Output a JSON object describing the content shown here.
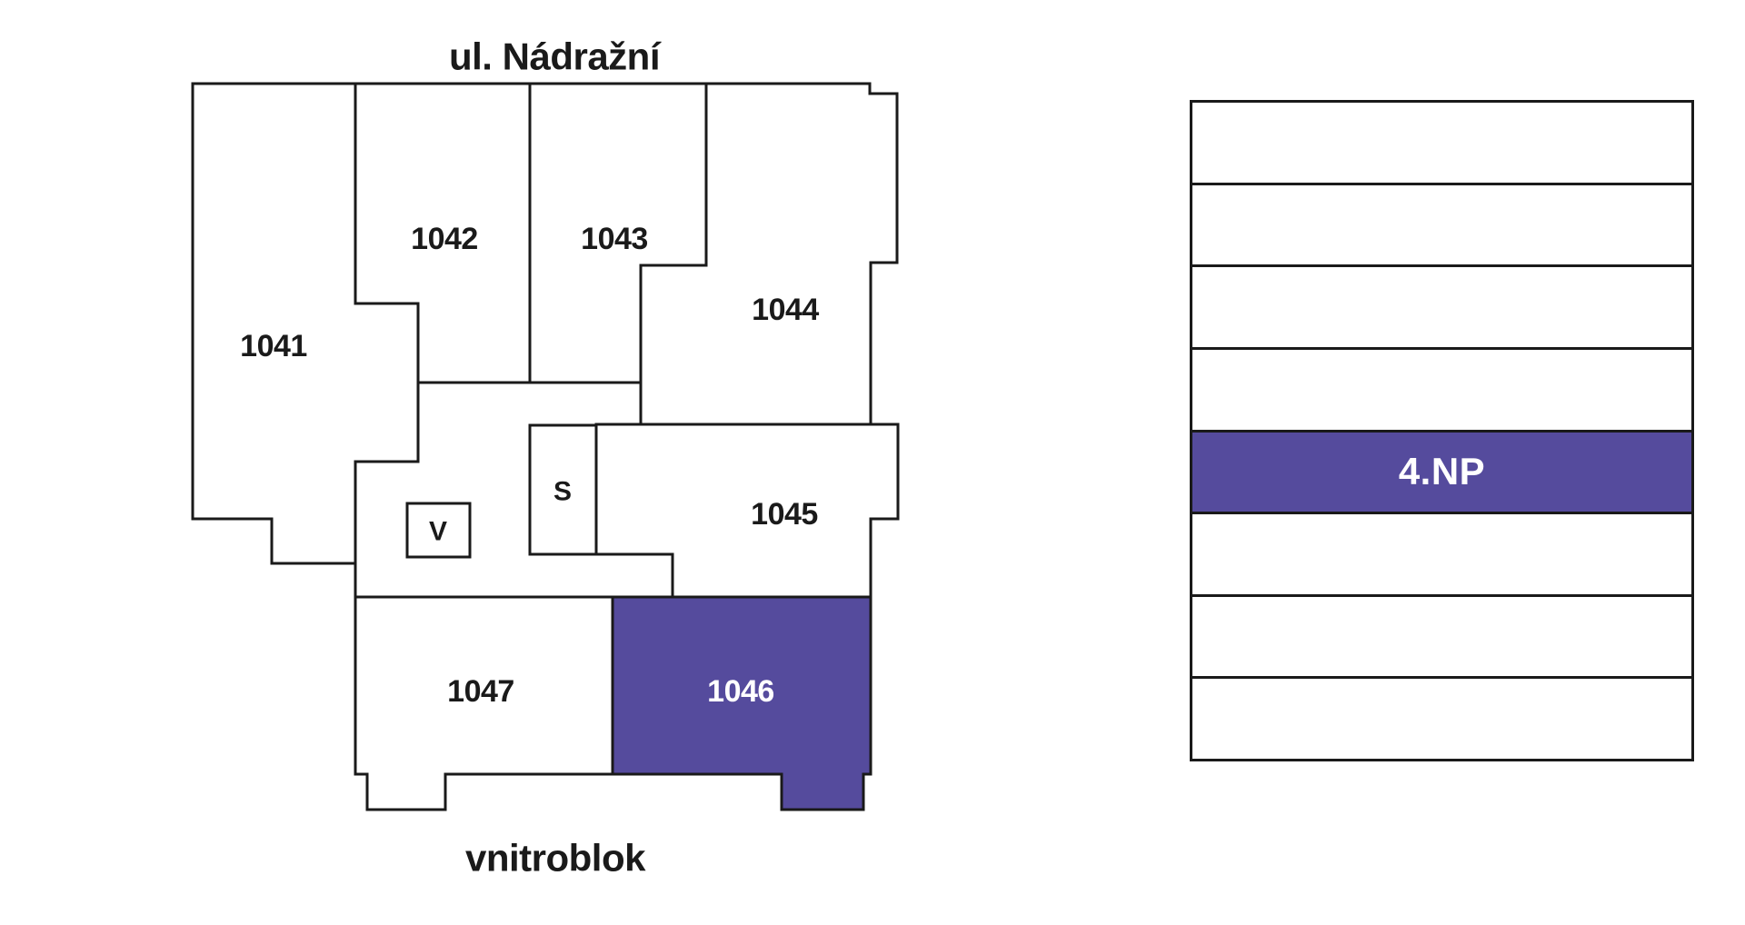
{
  "street_label": "ul. Nádražní",
  "courtyard_label": "vnitroblok",
  "floor_plan": {
    "units": [
      {
        "id": "1041",
        "label": "1041",
        "highlighted": false
      },
      {
        "id": "1042",
        "label": "1042",
        "highlighted": false
      },
      {
        "id": "1043",
        "label": "1043",
        "highlighted": false
      },
      {
        "id": "1044",
        "label": "1044",
        "highlighted": false
      },
      {
        "id": "1045",
        "label": "1045",
        "highlighted": false
      },
      {
        "id": "1046",
        "label": "1046",
        "highlighted": true
      },
      {
        "id": "1047",
        "label": "1047",
        "highlighted": false
      }
    ],
    "rooms": [
      {
        "id": "V",
        "label": "V"
      },
      {
        "id": "S",
        "label": "S"
      }
    ]
  },
  "floor_selector": {
    "selected_floor": "4.NP",
    "floors": [
      {
        "label": "",
        "selected": false
      },
      {
        "label": "",
        "selected": false
      },
      {
        "label": "",
        "selected": false
      },
      {
        "label": "",
        "selected": false
      },
      {
        "label": "4.NP",
        "selected": true
      },
      {
        "label": "",
        "selected": false
      },
      {
        "label": "",
        "selected": false
      },
      {
        "label": "",
        "selected": false
      }
    ]
  },
  "colors": {
    "highlight": "#554B9D",
    "wall": "#1A1A1A",
    "label_dark": "#1A1A1A",
    "label_light": "#FFFFFF",
    "background": "#FFFFFF"
  }
}
